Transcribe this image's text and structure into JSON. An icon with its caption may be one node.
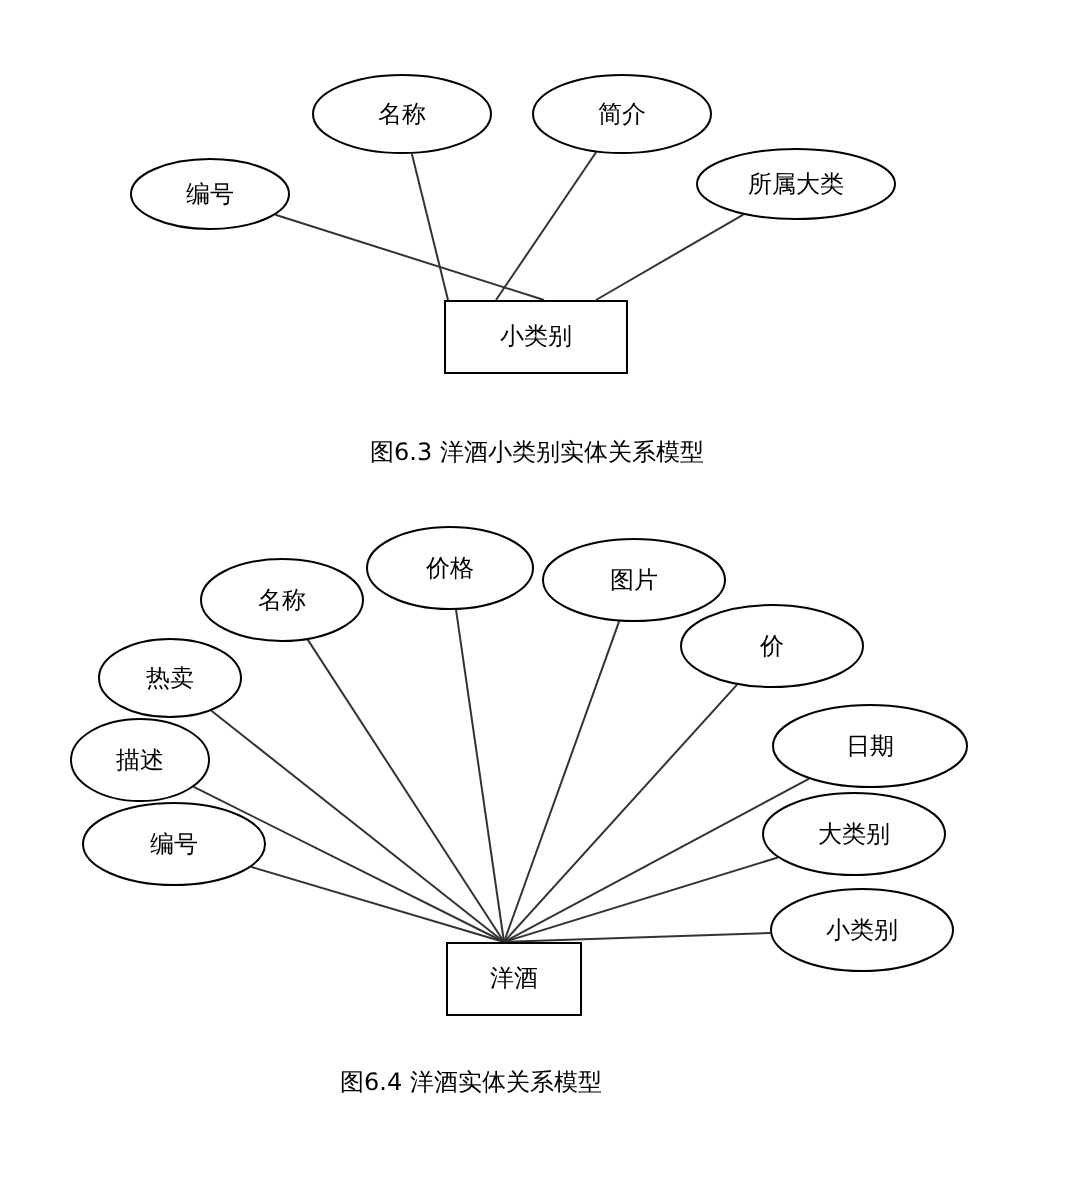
{
  "diagram": {
    "nodes": [
      {
        "text": [
          "名称"
        ]
      },
      {
        "text": [
          "简介"
        ]
      },
      {
        "text": [
          "编号"
        ]
      },
      {
        "text": [
          "所属大类"
        ]
      },
      {
        "text": [
          "小类别"
        ]
      },
      {
        "text": [
          "价格"
        ]
      },
      {
        "text": [
          "图片"
        ]
      },
      {
        "text": [
          "名称"
        ]
      },
      {
        "text": [
          "价"
        ]
      },
      {
        "text": [
          "热卖"
        ]
      },
      {
        "text": [
          "描述"
        ]
      },
      {
        "text": [
          "日期"
        ]
      },
      {
        "text": [
          "编号"
        ]
      },
      {
        "text": [
          "大类别"
        ]
      },
      {
        "text": [
          "小类别"
        ]
      },
      {
        "text": [
          "洋酒"
        ]
      }
    ],
    "edges": [
      {
        "from": 4,
        "to": 2,
        "arrow": "none"
      },
      {
        "from": 4,
        "to": 0,
        "arrow": "none"
      },
      {
        "from": 4,
        "to": 1,
        "arrow": "none"
      },
      {
        "from": 4,
        "to": 3,
        "arrow": "none"
      },
      {
        "from": 15,
        "to": 12,
        "arrow": "none"
      },
      {
        "from": 15,
        "to": 10,
        "arrow": "none"
      },
      {
        "from": 15,
        "to": 9,
        "arrow": "none"
      },
      {
        "from": 15,
        "to": 7,
        "arrow": "none"
      },
      {
        "from": 15,
        "to": 5,
        "arrow": "none"
      },
      {
        "from": 15,
        "to": 6,
        "arrow": "none"
      },
      {
        "from": 15,
        "to": 8,
        "arrow": "none"
      },
      {
        "from": 15,
        "to": 11,
        "arrow": "none"
      },
      {
        "from": 15,
        "to": 13,
        "arrow": "none"
      },
      {
        "from": 15,
        "to": 14,
        "arrow": "none"
      }
    ],
    "labels": [
      "图6.3 洋酒小类别实体关系模型",
      "图6.4 洋酒实体关系模型"
    ]
  }
}
